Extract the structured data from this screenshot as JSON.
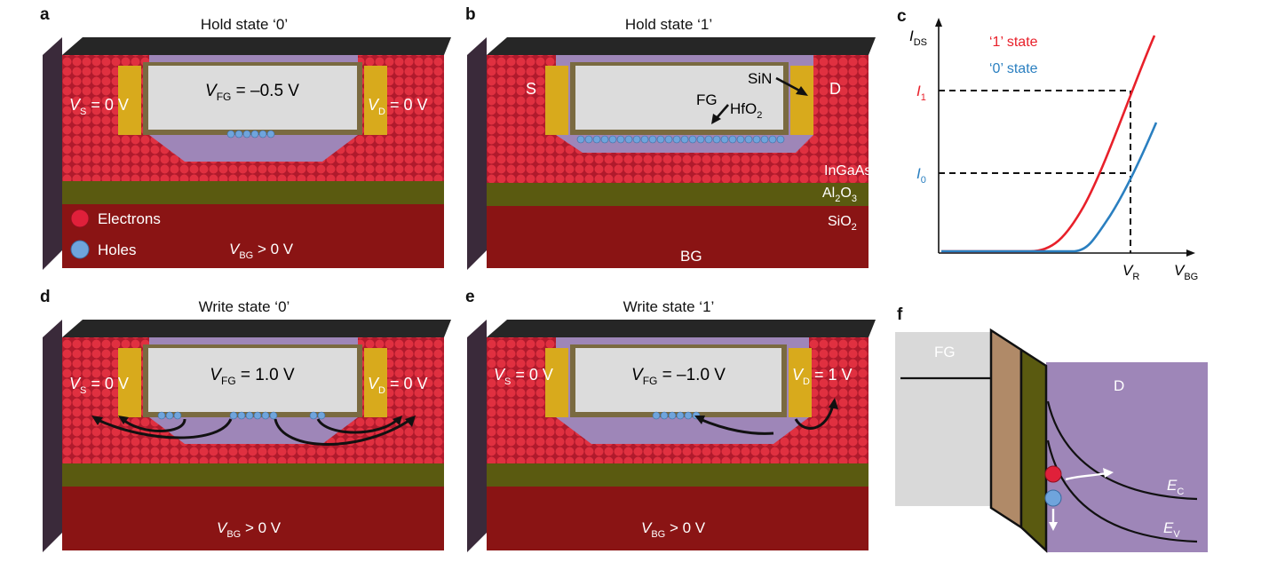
{
  "panels": {
    "a": {
      "letter": "a",
      "title": "Hold state ‘0’",
      "vfg_main": "V",
      "vfg_sub": "FG",
      "vfg_value": " = –0.5 V",
      "vs_main": "V",
      "vs_sub": "S",
      "vs_value": " = 0 V",
      "vd_main": "V",
      "vd_sub": "D",
      "vd_value": " = 0 V",
      "legend_electrons": "Electrons",
      "legend_holes": "Holes",
      "vbg_main": "V",
      "vbg_sub": "BG",
      "vbg_value": " > 0 V"
    },
    "b": {
      "letter": "b",
      "title": "Hold state ‘1’",
      "s": "S",
      "d": "D",
      "sin": "SiN",
      "fg": "FG",
      "hfo_main": "HfO",
      "hfo_sub": "2",
      "ingaas": "InGaAs",
      "al_main": "Al",
      "al_sub1": "2",
      "al_mid": "O",
      "al_sub2": "3",
      "sio_main": "SiO",
      "sio_sub": "2",
      "bg": "BG"
    },
    "c": {
      "letter": "c",
      "state1": "‘1’ state",
      "state0": "‘0’ state",
      "ylabel_main": "I",
      "ylabel_sub": "DS",
      "xlabel_main": "V",
      "xlabel_sub": "BG",
      "i1_main": "I",
      "i1_sub": "1",
      "i0_main": "I",
      "i0_sub": "0",
      "vr_main": "V",
      "vr_sub": "R",
      "color1": "#e8202a",
      "color0": "#2a7fc0"
    },
    "d": {
      "letter": "d",
      "title": "Write state ‘0’",
      "vfg_main": "V",
      "vfg_sub": "FG",
      "vfg_value": " = 1.0 V",
      "vs_main": "V",
      "vs_sub": "S",
      "vs_value": " = 0 V",
      "vd_main": "V",
      "vd_sub": "D",
      "vd_value": " = 0 V",
      "vbg_main": "V",
      "vbg_sub": "BG",
      "vbg_value": " > 0 V"
    },
    "e": {
      "letter": "e",
      "title": "Write state ‘1’",
      "vfg_main": "V",
      "vfg_sub": "FG",
      "vfg_value": " = –1.0 V",
      "vs_main": "V",
      "vs_sub": "S",
      "vs_value": " = 0 V",
      "vd_main": "V",
      "vd_sub": "D",
      "vd_value": " = 1 V",
      "vbg_main": "V",
      "vbg_sub": "BG",
      "vbg_value": " > 0 V"
    },
    "f": {
      "letter": "f",
      "fg": "FG",
      "d": "D",
      "ec_main": "E",
      "ec_sub": "C",
      "ev_main": "E",
      "ev_sub": "V"
    }
  },
  "colors": {
    "electron": "#d8283a",
    "hole": "#6fa4dc",
    "gold": "#d8aa1c",
    "olive": "#5a5a10",
    "sio2": "#8a1414",
    "purple": "#9e86b8",
    "black_gate": "#262626"
  }
}
